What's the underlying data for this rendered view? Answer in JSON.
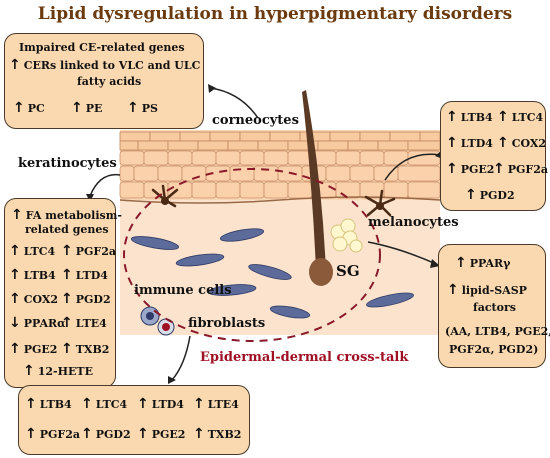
{
  "title": "Lipid dysregulation in hyperpigmentary disorders",
  "labels": {
    "corneocytes": "corneocytes",
    "keratinocytes": "keratinocytes",
    "melanocytes": "melanocytes",
    "sg": "SG",
    "immune_cells": "immune cells",
    "fibroblasts": "fibroblasts",
    "crosstalk": "Epidermal-dermal cross-talk"
  },
  "corneocytes_box": {
    "line1": "Impaired CE-related genes",
    "line2": "CERs linked to VLC and ULC",
    "line3": "fatty acids",
    "items": [
      "PC",
      "PE",
      "PS"
    ]
  },
  "melanocytes_box": {
    "items": [
      "LTB4",
      "LTC4",
      "LTD4",
      "COX2",
      "PGE2",
      "PGF2a",
      "PGD2"
    ]
  },
  "sg_box": {
    "line1": "PPARγ",
    "line2": "lipid-SASP",
    "line3": "factors",
    "line4": "(AA, LTB4, PGE2,",
    "line5": "PGF2α, PGD2)"
  },
  "keratinocytes_box": {
    "line1": "FA metabolism-",
    "line2": "related genes",
    "items": [
      "LTC4",
      "PGF2a",
      "LTB4",
      "LTD4",
      "COX2",
      "PGD2",
      "PPARα",
      "LTE4",
      "PGE2",
      "TXB2",
      "12-HETE"
    ]
  },
  "bottom_box": {
    "items": [
      "LTB4",
      "LTC4",
      "LTD4",
      "LTE4",
      "PGF2a",
      "PGD2",
      "PGE2",
      "TXB2"
    ]
  },
  "arrows": {
    "up": "↑",
    "down": "↓"
  }
}
